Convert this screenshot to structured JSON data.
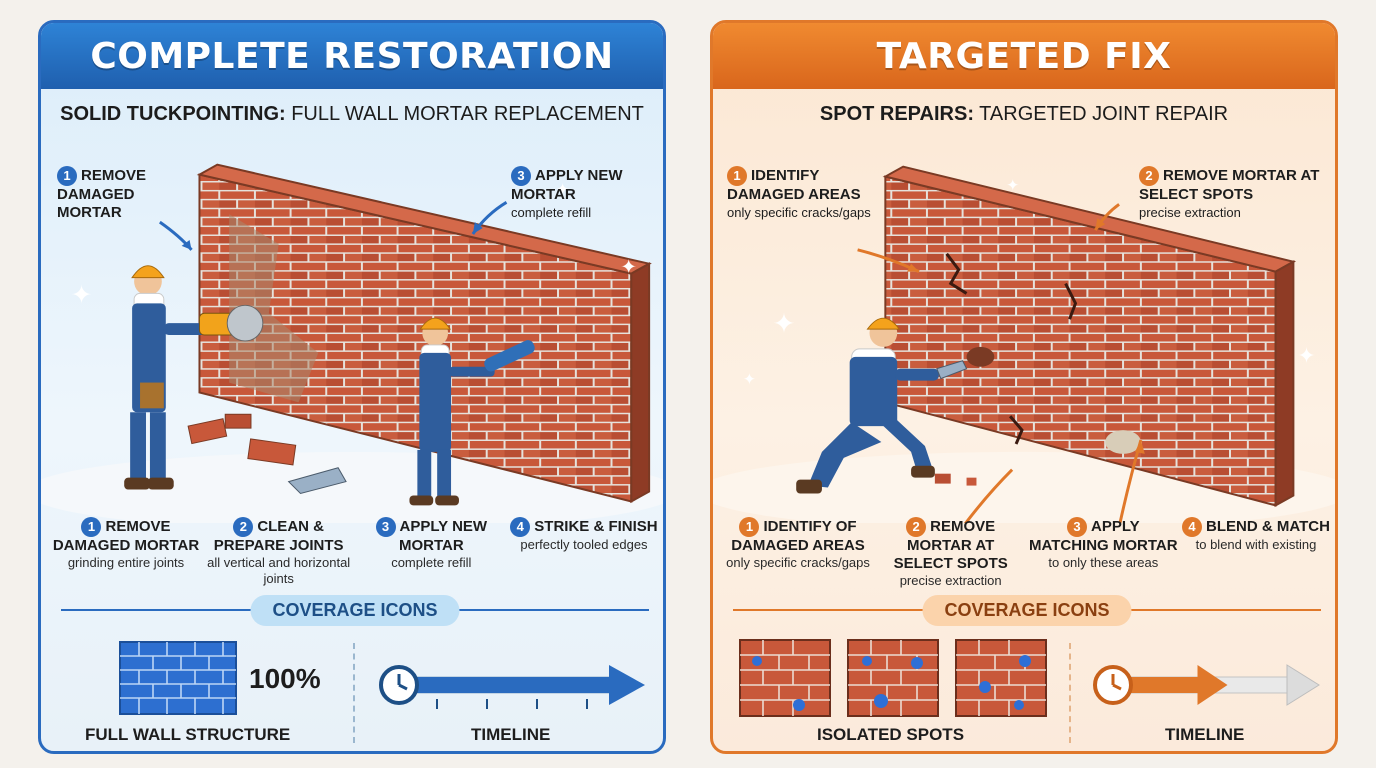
{
  "left": {
    "title": "COMPLETE RESTORATION",
    "subtitle_bold": "SOLID TUCKPOINTING:",
    "subtitle_rest": " FULL WALL MORTAR REPLACEMENT",
    "callout1": {
      "num": "1",
      "title": "REMOVE DAMAGED MORTAR"
    },
    "callout3": {
      "num": "3",
      "title": "APPLY NEW MORTAR",
      "desc": "complete refill"
    },
    "steps": [
      {
        "num": "1",
        "title": "REMOVE DAMAGED MORTAR",
        "desc": "grinding entire joints"
      },
      {
        "num": "2",
        "title": "CLEAN & PREPARE JOINTS",
        "desc": "all vertical and horizontal joints"
      },
      {
        "num": "3",
        "title": "APPLY NEW MORTAR",
        "desc": "complete refill"
      },
      {
        "num": "4",
        "title": "STRIKE & FINISH",
        "desc": "perfectly tooled edges"
      }
    ],
    "coverage_label": "COVERAGE ICONS",
    "percent": "100%",
    "icon_label": "FULL WALL STRUCTURE",
    "timeline_label": "TIMELINE",
    "timeline_fill": 1.0,
    "accent": "#2a6bbf"
  },
  "right": {
    "title": "TARGETED FIX",
    "subtitle_bold": "SPOT REPAIRS:",
    "subtitle_rest": " TARGETED JOINT REPAIR",
    "callout1": {
      "num": "1",
      "title": "IDENTIFY DAMAGED AREAS",
      "desc": "only specific cracks/gaps"
    },
    "callout2": {
      "num": "2",
      "title": "REMOVE MORTAR AT SELECT SPOTS",
      "desc": "precise extraction"
    },
    "steps": [
      {
        "num": "1",
        "title": "IDENTIFY OF DAMAGED AREAS",
        "desc": "only specific cracks/gaps"
      },
      {
        "num": "2",
        "title": "REMOVE MORTAR AT SELECT SPOTS",
        "desc": "precise extraction"
      },
      {
        "num": "3",
        "title": "APPLY MATCHING MORTAR",
        "desc": "to only these areas"
      },
      {
        "num": "4",
        "title": "BLEND & MATCH",
        "desc": "to blend with existing"
      }
    ],
    "coverage_label": "COVERAGE ICONS",
    "icon_label": "ISOLATED SPOTS",
    "timeline_label": "TIMELINE",
    "timeline_fill": 0.45,
    "accent": "#e0782a"
  }
}
